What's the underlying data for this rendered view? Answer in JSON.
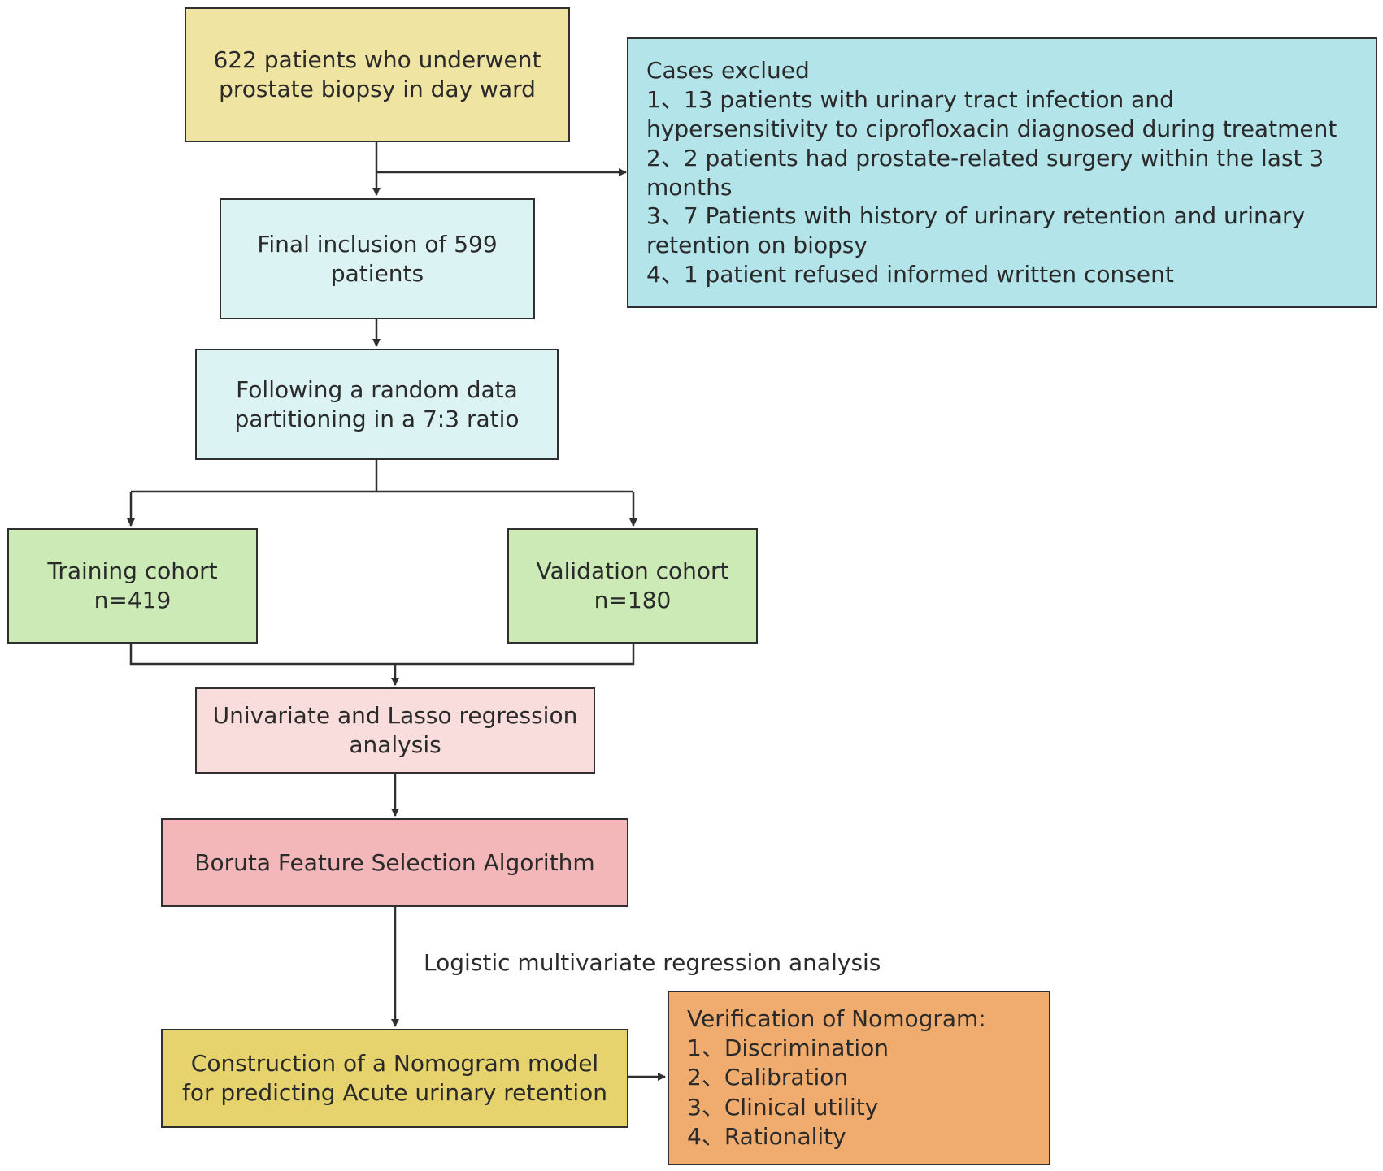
{
  "colors": {
    "yellow_start": "#f0e4a2",
    "cyan_excluded": "#b3e4ea",
    "light_cyan": "#dcf3f3",
    "green": "#cbeab5",
    "pink_light": "#f9dcdc",
    "pink": "#f3b7b9",
    "yellow_nomogram": "#e6d36d",
    "orange": "#f0ac6e",
    "line": "#2f2f2f"
  },
  "nodes": {
    "start": {
      "lines": [
        "622 patients who underwent",
        "prostate biopsy in day ward"
      ]
    },
    "excluded": {
      "title": "Cases exclued",
      "items": [
        "1、13 patients with urinary tract infection and hypersensitivity to ciprofloxacin diagnosed during treatment",
        "2、2 patients had prostate-related surgery within the last 3 months",
        "3、7 Patients with history of urinary retention and urinary retention on biopsy",
        "4、1 patient refused informed written consent"
      ]
    },
    "inclusion": {
      "lines": [
        "Final inclusion of 599",
        "patients"
      ]
    },
    "partition": {
      "lines": [
        "Following a random data",
        "partitioning in a 7:3 ratio"
      ]
    },
    "training": {
      "lines": [
        "Training cohort",
        "n=419"
      ]
    },
    "validation": {
      "lines": [
        "Validation cohort",
        "n=180"
      ]
    },
    "univariate": {
      "lines": [
        "Univariate and Lasso regression",
        "analysis"
      ]
    },
    "boruta": {
      "lines": [
        "Boruta Feature Selection Algorithm"
      ]
    },
    "nomogram": {
      "lines": [
        "Construction of a Nomogram model",
        "for predicting Acute urinary retention"
      ]
    },
    "verification": {
      "title": "Verification of Nomogram:",
      "items": [
        "1、Discrimination",
        "2、Calibration",
        "3、Clinical utility",
        "4、Rationality"
      ]
    }
  },
  "edge_labels": {
    "logistic": "Logistic multivariate regression analysis"
  }
}
